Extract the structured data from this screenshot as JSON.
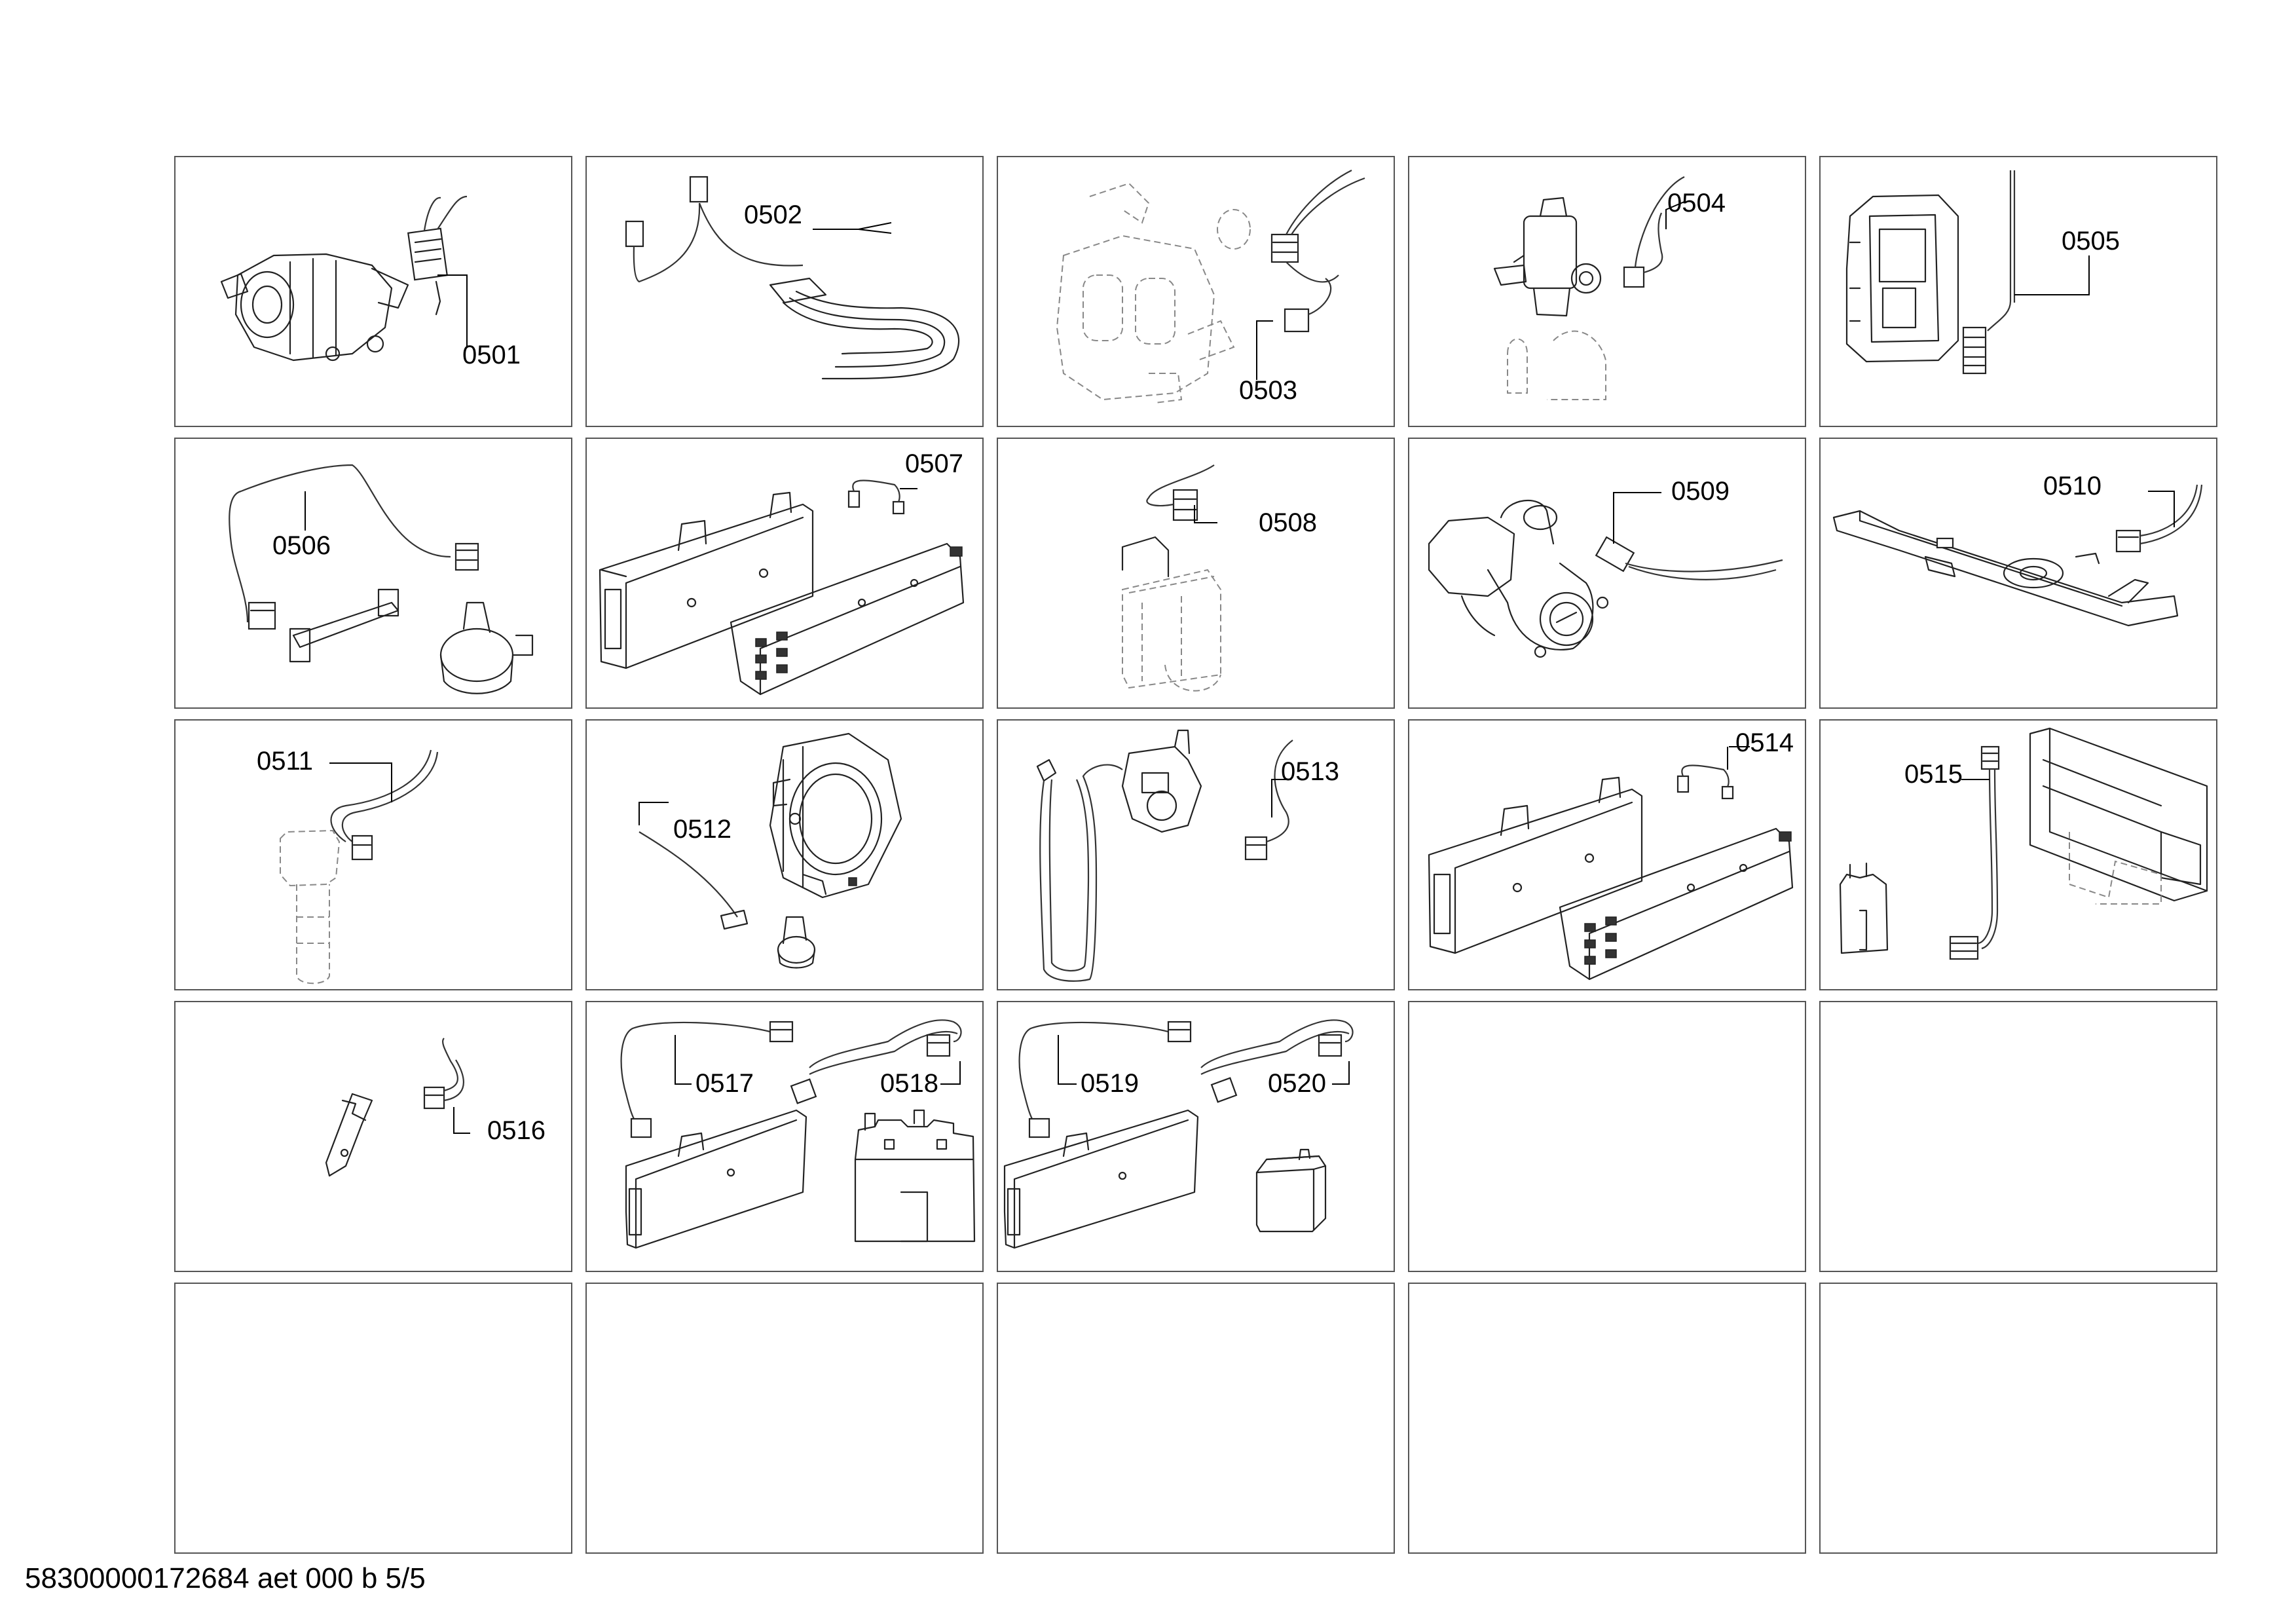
{
  "parts": {
    "p0501": "0501",
    "p0502": "0502",
    "p0503": "0503",
    "p0504": "0504",
    "p0505": "0505",
    "p0506": "0506",
    "p0507": "0507",
    "p0508": "0508",
    "p0509": "0509",
    "p0510": "0510",
    "p0511": "0511",
    "p0512": "0512",
    "p0513": "0513",
    "p0514": "0514",
    "p0515": "0515",
    "p0516": "0516",
    "p0517": "0517",
    "p0518": "0518",
    "p0519": "0519",
    "p0520": "0520"
  },
  "footer": "58300000172684 aet 000 b 5/5"
}
